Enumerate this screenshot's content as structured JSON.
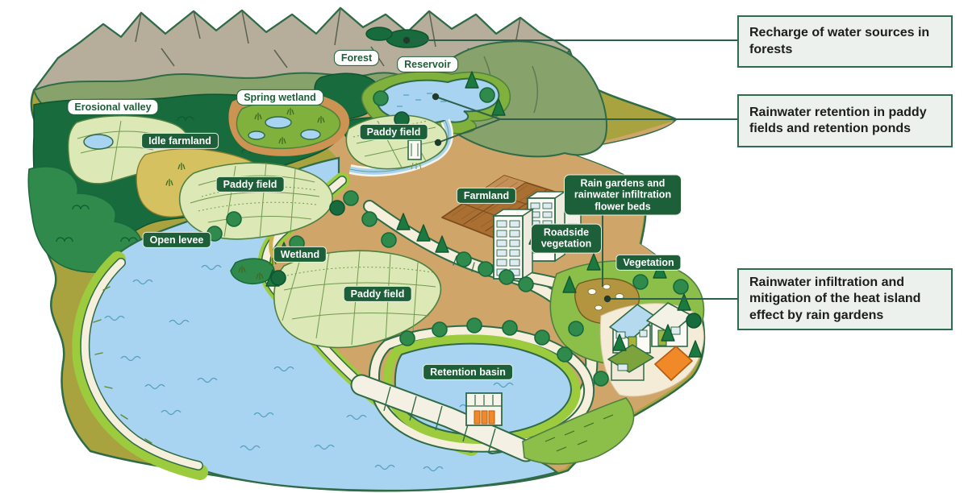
{
  "figure": {
    "type": "watershed-water-cycle-illustration",
    "background": "#ffffff"
  },
  "map_labels": [
    {
      "id": "forest",
      "text": "Forest",
      "style": "light"
    },
    {
      "id": "reservoir",
      "text": "Reservoir",
      "style": "light"
    },
    {
      "id": "spring-wetland",
      "text": "Spring wetland",
      "style": "light"
    },
    {
      "id": "erosional-valley",
      "text": "Erosional valley",
      "style": "light"
    },
    {
      "id": "idle-farmland",
      "text": "Idle farmland",
      "style": "dark"
    },
    {
      "id": "paddy-field-upper",
      "text": "Paddy field",
      "style": "dark"
    },
    {
      "id": "paddy-field-left",
      "text": "Paddy field",
      "style": "dark"
    },
    {
      "id": "open-levee",
      "text": "Open levee",
      "style": "dark"
    },
    {
      "id": "wetland",
      "text": "Wetland",
      "style": "dark"
    },
    {
      "id": "farmland",
      "text": "Farmland",
      "style": "dark"
    },
    {
      "id": "rain-gardens",
      "text": "Rain gardens and rainwater infiltration flower beds",
      "style": "dark"
    },
    {
      "id": "roadside-vegetation",
      "text": "Roadside vegetation",
      "style": "dark"
    },
    {
      "id": "vegetation",
      "text": "Vegetation",
      "style": "dark"
    },
    {
      "id": "paddy-field-lower",
      "text": "Paddy field",
      "style": "dark"
    },
    {
      "id": "retention-basin",
      "text": "Retention basin",
      "style": "dark"
    }
  ],
  "callouts": [
    {
      "text": "Recharge of water sources in forests"
    },
    {
      "text": "Rainwater retention in paddy fields and retention ponds"
    },
    {
      "text": "Rainwater infiltration and mitigation of the heat island effect by rain gardens"
    }
  ],
  "colors": {
    "label_green": "#1d5f38",
    "callout_background": "#edf1ed",
    "callout_border": "#2e6b4f",
    "water_blue": "#a9d4f1",
    "forest_dark_green": "#176b3d",
    "paddy_light_green": "#dce8b5",
    "bare_land_tan": "#d0a569",
    "farmland_brown": "#aa6f33",
    "levee_green": "#9ccb3e",
    "road_cream": "#f6efdc",
    "olive_band": "#a8a33f",
    "mountain_gray": "#b6ae9b",
    "orange_roof": "#f08a28"
  }
}
